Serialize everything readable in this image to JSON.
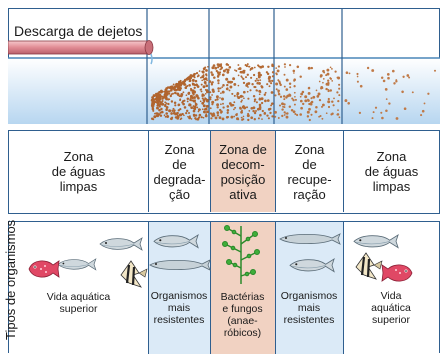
{
  "top": {
    "discharge_label": "Descarga de dejetos"
  },
  "zones": [
    {
      "id": "limpas-1",
      "name": "Zona\nde águas\nlimpas",
      "color": "#dcecf8"
    },
    {
      "id": "degradacao",
      "name": "Zona\nde\ndegrada-\nção",
      "color": "#cfe4f6"
    },
    {
      "id": "decomposicao",
      "name": "Zona de\ndecom-\nposição\nativa",
      "color": "#f1d2c2"
    },
    {
      "id": "recuperacao",
      "name": "Zona\nde\nrecupe-\nração",
      "color": "#cfe4f6"
    },
    {
      "id": "limpas-2",
      "name": "Zona\nde águas\nlimpas",
      "color": "#dcecf8"
    }
  ],
  "organisms": {
    "side_label": "Tipos de organismos",
    "labels": [
      "Vida aquática\nsuperior",
      "Organismos\nmais\nresistentes",
      "Bactérias\ne fungos\n(anae-\nróbicos)",
      "Organismos\nmais\nresistentes",
      "Vida\naquática\nsuperior"
    ]
  },
  "colors": {
    "border": "#2f5f8f",
    "water_top": "#ffffff",
    "water_bottom": "#bcd9f2",
    "sediment": "#b0642e",
    "pipe": "#e18b94",
    "algae": "#2a8a2a"
  },
  "icons": [
    "pipe-icon",
    "sediment-particles",
    "fish-icon",
    "algae-icon",
    "striped-fish-icon"
  ]
}
